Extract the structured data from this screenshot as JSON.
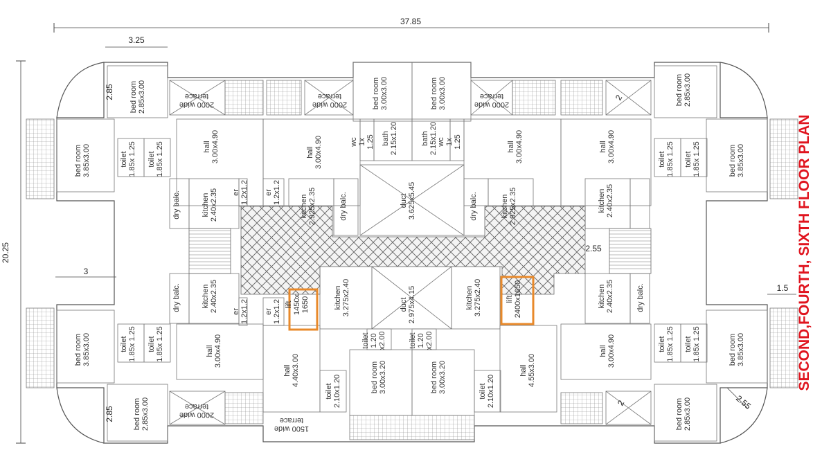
{
  "title": "SECOND,FOURTH, SIXTH FLOOR PLAN",
  "dimensions": {
    "overall_width": "37.85",
    "overall_depth": "20.25",
    "top_left_width": "3.25",
    "left_gap": "3",
    "tl_small": "2.85",
    "bl_small": "2.85",
    "right_gap": "1.5",
    "right_stair": "2.55",
    "corner_radius": "2.55",
    "sq_top": "2",
    "sq_bottom": "2"
  },
  "rooms": {
    "bed_tl": [
      "bed room",
      "2.85x3.00"
    ],
    "bed_left_top": [
      "bed room",
      "3.85x3.00"
    ],
    "toilet_lt1": [
      "toilet",
      "1.85x 1.25"
    ],
    "toilet_lt2": [
      "toilet",
      "1.85x 1.25"
    ],
    "hall_lt": [
      "hall",
      "3.00x4.90"
    ],
    "terrace_tl": [
      "2000 wide",
      "terrace"
    ],
    "hall_ct_left": [
      "hall",
      "3.00x4.90"
    ],
    "terrace_tc": [
      "2000 wide",
      "terrace"
    ],
    "bed_tc1": [
      "bed room",
      "3.00x3.00"
    ],
    "bed_tc2": [
      "bed room",
      "3.00x3.00"
    ],
    "terrace_tr": [
      "2000 wide",
      "terrace"
    ],
    "bed_tr": [
      "bed room",
      "2.85x3.00"
    ],
    "hall_ct_right": [
      "hall",
      "3.00x4.90"
    ],
    "hall_rt": [
      "hall",
      "3.00x4.90"
    ],
    "toilet_rt1": [
      "toilet",
      "1.85x 1.25"
    ],
    "toilet_rt2": [
      "toilet",
      "1.85x 1.25"
    ],
    "bed_right_top": [
      "bed room",
      "3.85x3.00"
    ],
    "wc_tl": [
      "wc",
      "1x",
      "1.25"
    ],
    "bath_tl": [
      "bath",
      "2.15x1.20"
    ],
    "bath_tr": [
      "bath",
      "2.15x1.20"
    ],
    "wc_tr": [
      "wc",
      "1x",
      "1.25"
    ],
    "dry_balc_lt": [
      "dry balc."
    ],
    "kitchen_lt": [
      "kitchen",
      "2.40x2.35"
    ],
    "er_lt": [
      "er",
      "1.2x1.2"
    ],
    "er_lt2": [
      "er",
      "1.2x1.2"
    ],
    "kitchen_ct_l": [
      "kitchen",
      "2.925x2.35"
    ],
    "dry_balc_ctl": [
      "dry balc."
    ],
    "duct_top": [
      "duct",
      "3.625x5.45"
    ],
    "dry_balc_ctr": [
      "dry balc."
    ],
    "kitchen_ct_r": [
      "kitchen",
      "2.925x2.35"
    ],
    "kitchen_rt": [
      "kitchen",
      "2.40x2.35"
    ],
    "dry_balc_lb": [
      "dry balc."
    ],
    "kitchen_lb": [
      "kitchen",
      "2.40x2.35"
    ],
    "er_lb": [
      "er",
      "1.2x1.2"
    ],
    "er_lb2": [
      "er",
      "1.2x1.2"
    ],
    "lift_l": [
      "lift",
      "1450x",
      "1650"
    ],
    "kitchen_cb_l": [
      "kitchen",
      "3.275x2.40"
    ],
    "duct_bottom": [
      "duct",
      "2.975x4.15"
    ],
    "kitchen_cb_r": [
      "kitchen",
      "3.275x2.40"
    ],
    "lift_r": [
      "lift",
      "2400x1650"
    ],
    "kitchen_rb": [
      "kitchen",
      "2.40x2.35"
    ],
    "dry_balc_rb": [
      "dry balc."
    ],
    "toilet_cb1": [
      "toilet",
      "1.20",
      "x2.00"
    ],
    "toilet_cb2": [
      "toilet",
      "1.20",
      "x2.00"
    ],
    "bed_left_bottom": [
      "bed room",
      "3.85x3.00"
    ],
    "toilet_lb1": [
      "toilet",
      "1.85x 1.25"
    ],
    "toilet_lb2": [
      "toilet",
      "1.85x 1.25"
    ],
    "hall_lb": [
      "hall",
      "3.00x4.90"
    ],
    "hall_cb_l": [
      "hall",
      "4.40x3.00"
    ],
    "toilet_cb3": [
      "toilet",
      "2.10x1.20"
    ],
    "bed_cb1": [
      "bed room",
      "3.00x3.20"
    ],
    "bed_cb2": [
      "bed room",
      "3.00x3.20"
    ],
    "toilet_cb4": [
      "toilet",
      "2.10x1.20"
    ],
    "hall_cb_r": [
      "hall",
      "4.55x3.00"
    ],
    "hall_rb": [
      "hall",
      "3.00x4.90"
    ],
    "toilet_rb1": [
      "toilet",
      "1.85x 1.25"
    ],
    "toilet_rb2": [
      "toilet",
      "1.85x 1.25"
    ],
    "bed_right_bottom": [
      "bed room",
      "3.85x3.00"
    ],
    "bed_bl": [
      "bed room",
      "2.85x3.00"
    ],
    "terrace_bl": [
      "2000 wide",
      "terrace"
    ],
    "terrace_bc": [
      "1500 wide",
      "terrace"
    ],
    "bed_br": [
      "bed room",
      "2.85x3.00"
    ]
  }
}
